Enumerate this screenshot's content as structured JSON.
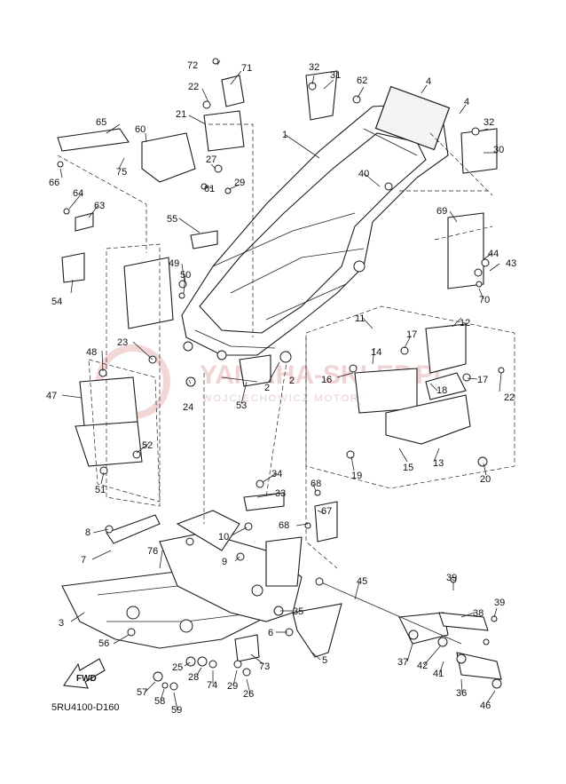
{
  "diagram": {
    "code": "5RU4100-D160",
    "fwd_label": "FWD",
    "watermark_main": "YAMAHA-SKLEP.PL",
    "watermark_sub": "WOJCIECHOWICZ MOTOR YAMAHA",
    "labels": [
      "1",
      "2",
      "2",
      "3",
      "4",
      "4",
      "5",
      "6",
      "7",
      "8",
      "9",
      "10",
      "11",
      "12",
      "13",
      "14",
      "15",
      "16",
      "17",
      "17",
      "18",
      "19",
      "20",
      "21",
      "22",
      "22",
      "23",
      "24",
      "25",
      "26",
      "27",
      "28",
      "29",
      "29",
      "30",
      "31",
      "32",
      "32",
      "33",
      "34",
      "35",
      "36",
      "37",
      "38",
      "39",
      "39",
      "40",
      "41",
      "42",
      "43",
      "44",
      "45",
      "46",
      "47",
      "48",
      "49",
      "50",
      "51",
      "52",
      "53",
      "54",
      "55",
      "56",
      "57",
      "58",
      "59",
      "60",
      "61",
      "62",
      "63",
      "64",
      "65",
      "66",
      "67",
      "68",
      "68",
      "69",
      "70",
      "71",
      "72",
      "73",
      "74",
      "75",
      "76"
    ]
  }
}
